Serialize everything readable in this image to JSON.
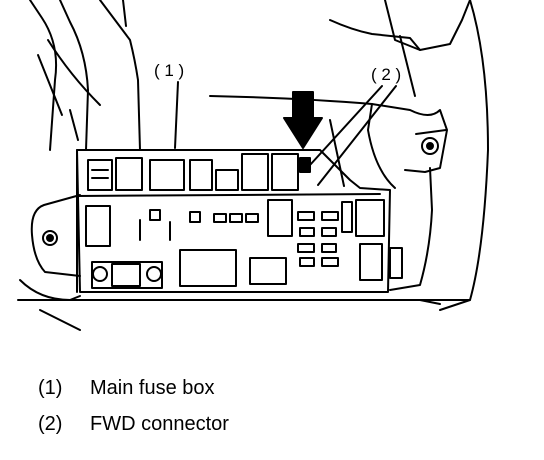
{
  "callouts": [
    {
      "id": "1",
      "label": "( 1 )"
    },
    {
      "id": "2",
      "label": "( 2 )"
    }
  ],
  "legend": [
    {
      "number": "(1)",
      "text": "Main fuse box"
    },
    {
      "number": "(2)",
      "text": "FWD connector"
    }
  ],
  "colors": {
    "ink": "#000000",
    "paper": "#ffffff"
  },
  "icons": {
    "pointer": "down-arrow-icon"
  }
}
